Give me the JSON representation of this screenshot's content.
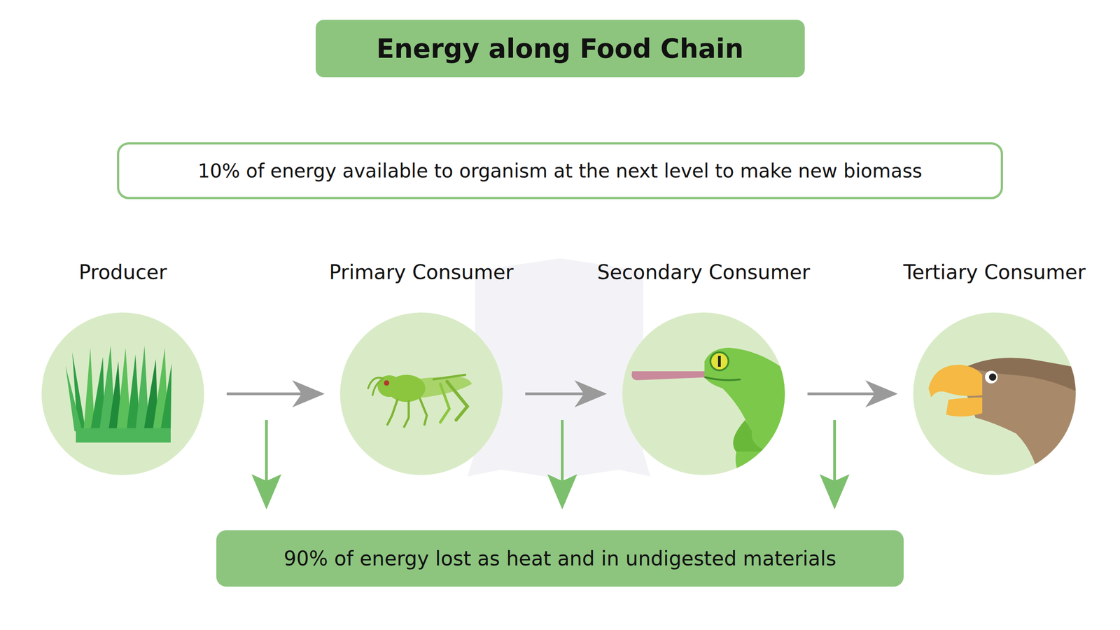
{
  "diagram": {
    "title": "Energy along Food Chain",
    "nodes": [
      {
        "text": [
          "10% of energy available to organism at the next level to make new biomass"
        ]
      },
      {
        "text": [
          "Producer"
        ]
      },
      {
        "text": [
          "Primary Consumer"
        ]
      },
      {
        "text": [
          "Secondary Consumer"
        ]
      },
      {
        "text": [
          "Tertiary Consumer"
        ]
      },
      {
        "text": [
          "90% of energy lost as heat and in undigested materials"
        ]
      }
    ],
    "edges": [
      {
        "from": 1,
        "to": 2,
        "arrow": "to"
      },
      {
        "from": 2,
        "to": 3,
        "arrow": "to"
      },
      {
        "from": 3,
        "to": 4,
        "arrow": "to"
      }
    ]
  }
}
